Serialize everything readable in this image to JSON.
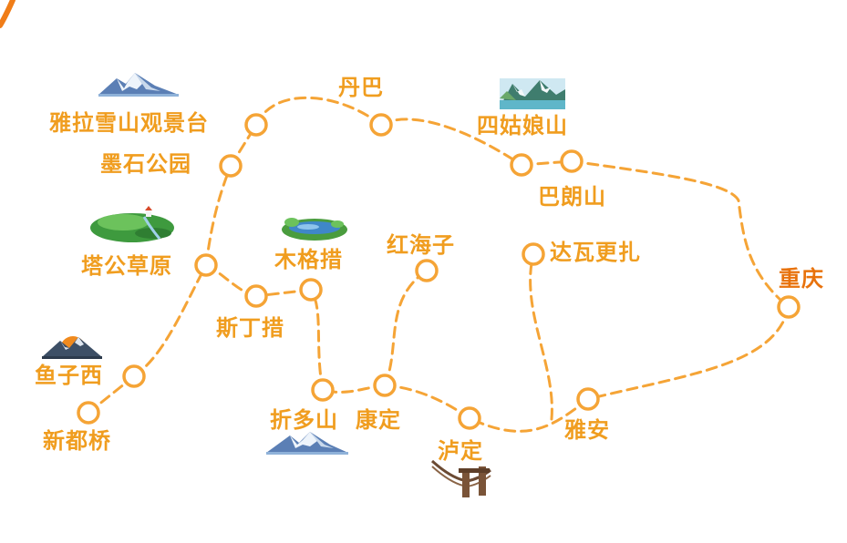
{
  "colors": {
    "route": "#f5a436",
    "label": "#f09d1f",
    "destination": "#e8720c",
    "arc": "#f07d18"
  },
  "stops": {
    "yala": "雅拉雪山观景台",
    "danba": "丹巴",
    "siguniang": "四姑娘山",
    "molang": "巴朗山",
    "moshi": "墨石公园",
    "tagong": "塔公草原",
    "mugecuo": "木格措",
    "hongchaizi": "红海子",
    "dawa": "达瓦更扎",
    "chongqing": "重庆",
    "siding": "斯丁措",
    "yuzixi": "鱼子西",
    "xinduqiao": "新都桥",
    "zheduo": "折多山",
    "kangding": "康定",
    "luding": "泸定",
    "yaan": "雅安"
  },
  "icons": {
    "snow_mountain_1": "snow-mountain-icon",
    "lake_mountain": "lake-mountain-icon",
    "grassland": "grassland-icon",
    "lake": "lake-icon",
    "sunrise_mountain": "sunrise-mountain-icon",
    "snow_mountain_2": "snow-mountain-icon",
    "bridge": "chain-bridge-icon"
  }
}
